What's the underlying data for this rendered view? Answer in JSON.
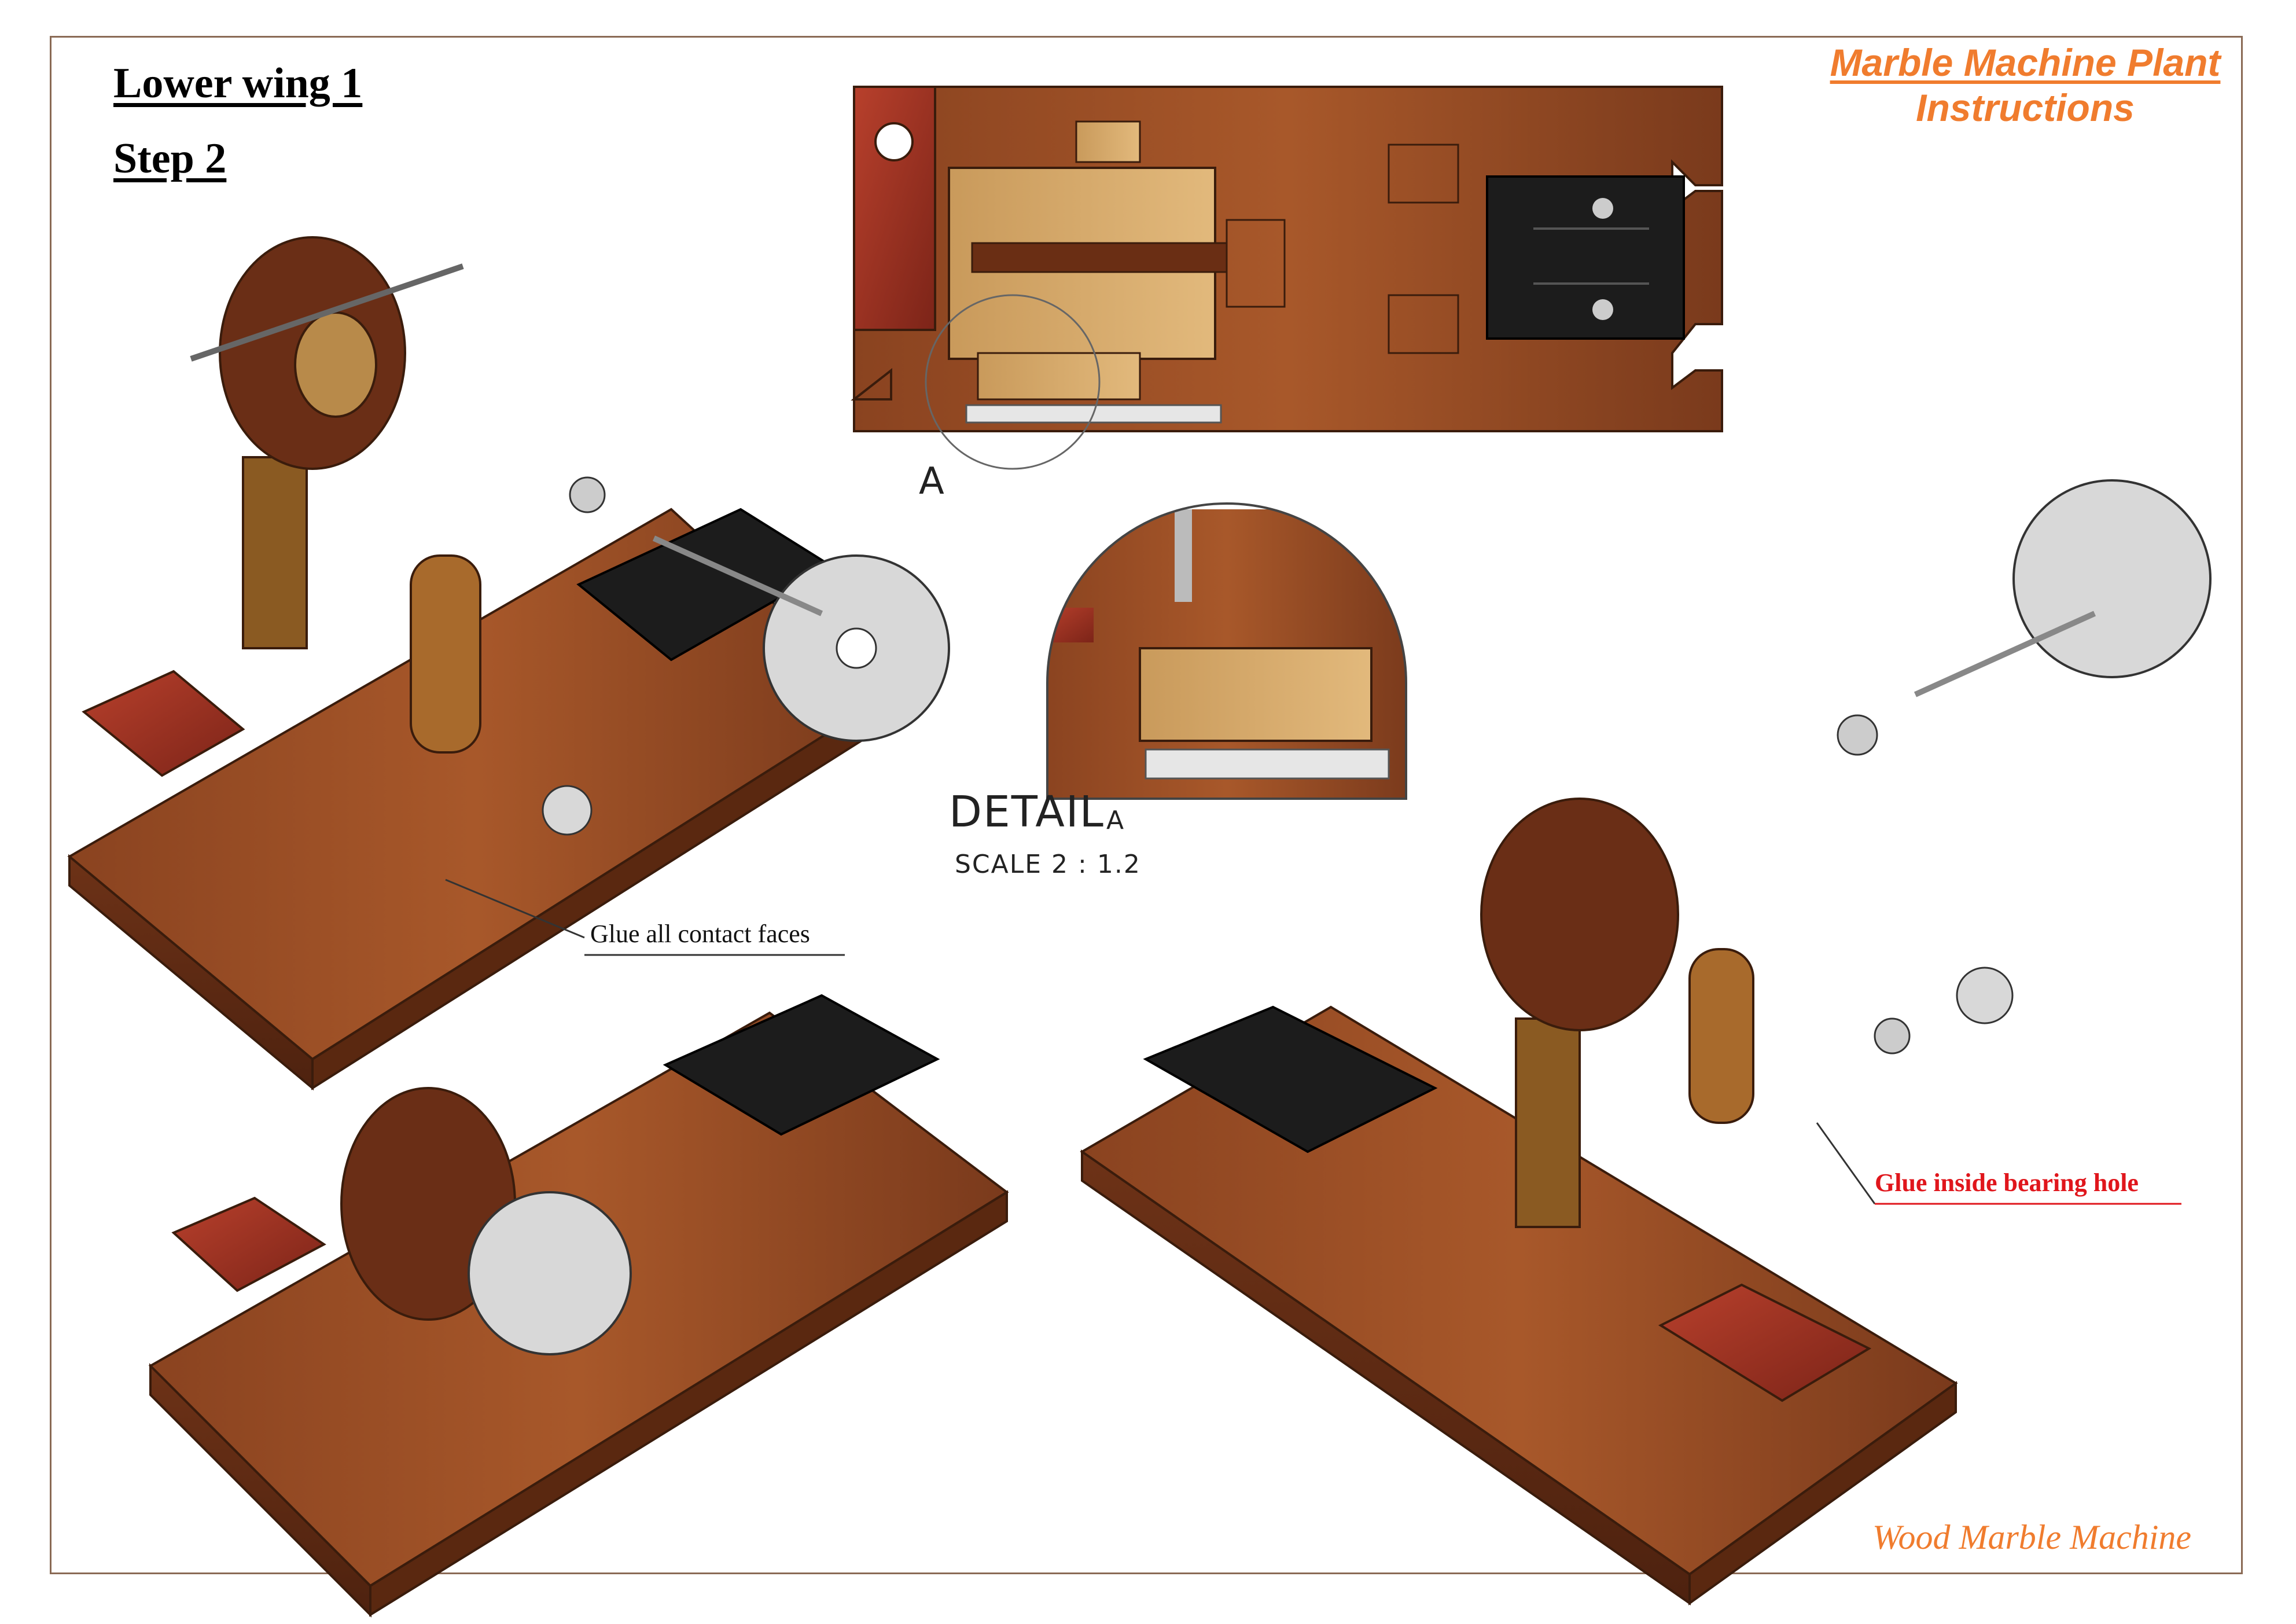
{
  "header": {
    "section": "Lower wing 1",
    "step": "Step 2"
  },
  "brand": {
    "line1": "Marble Machine Plant",
    "line2": "Instructions"
  },
  "top_view": {
    "detail_marker": "A"
  },
  "detail": {
    "label": "DETAIL",
    "letter": "A",
    "scale": "SCALE 2 : 1.2"
  },
  "callouts": {
    "glue_contact": "Glue all contact faces",
    "glue_bearing": "Glue inside bearing hole"
  },
  "footer": {
    "text": "Wood Marble Machine"
  },
  "colors": {
    "brand_orange": "#f07c2e",
    "warning_red": "#e0161c",
    "wood_dark": "#7a3a1c",
    "wood_mid": "#a0521f",
    "battery_black": "#1c1c1c",
    "gear_gray": "#d8d8d8"
  }
}
